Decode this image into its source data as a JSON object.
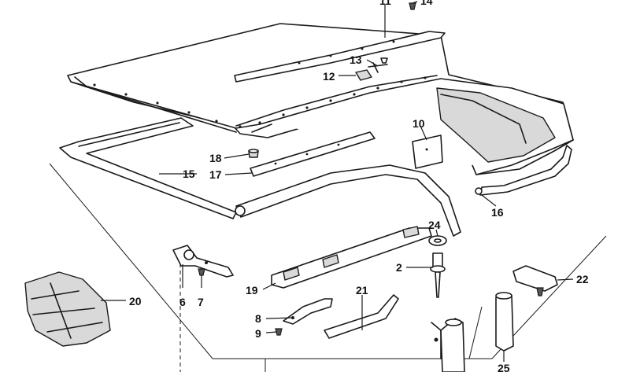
{
  "callouts": {
    "c2": "2",
    "c6": "6",
    "c7": "7",
    "c8": "8",
    "c9": "9",
    "c10": "10",
    "c11": "11",
    "c12": "12",
    "c13": "13",
    "c14": "14",
    "c15": "15",
    "c16": "16",
    "c17": "17",
    "c18": "18",
    "c19": "19",
    "c20": "20",
    "c21": "21",
    "c22": "22",
    "c24": "24",
    "c25": "25"
  },
  "colors": {
    "line": "#1a1a1a",
    "shade": "#d9d9d9",
    "background": "#ffffff"
  }
}
